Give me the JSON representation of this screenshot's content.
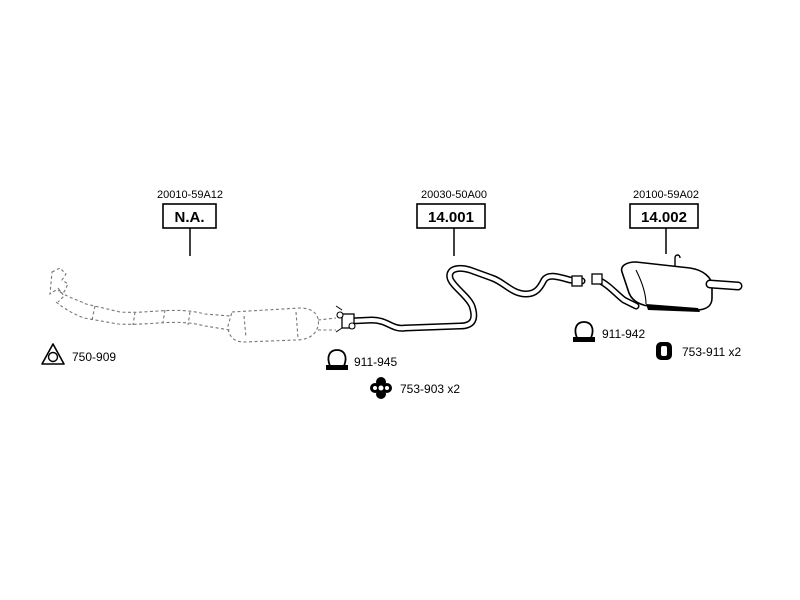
{
  "sections": [
    {
      "oe": "20010-59A12",
      "part": "N.A."
    },
    {
      "oe": "20030-50A00",
      "part": "14.001"
    },
    {
      "oe": "20100-59A02",
      "part": "14.002"
    }
  ],
  "hardware": [
    {
      "code": "750-909",
      "icon": "gasket-icon"
    },
    {
      "code": "911-945",
      "icon": "clamp-icon"
    },
    {
      "code": "753-903 x2",
      "icon": "rubber-mount-icon"
    },
    {
      "code": "911-942",
      "icon": "clamp-icon"
    },
    {
      "code": "753-911 x2",
      "icon": "hanger-ring-icon"
    }
  ]
}
